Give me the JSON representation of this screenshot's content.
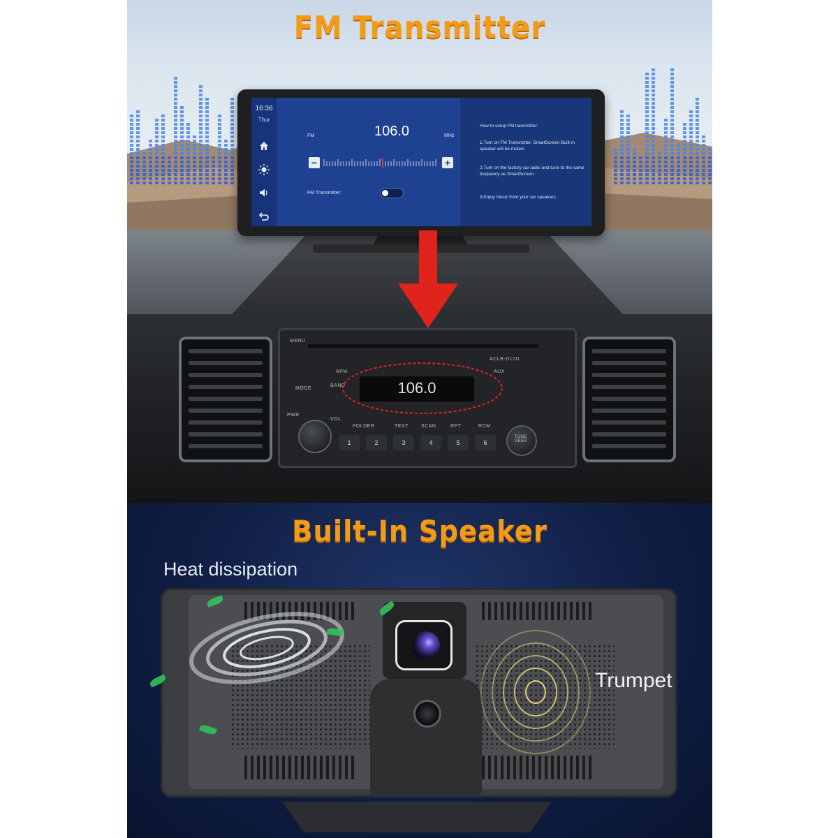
{
  "top_section": {
    "title": "FM Transmitter",
    "device": {
      "sidebar": {
        "time": "16:36",
        "day": "Thur",
        "icons": [
          "home-icon",
          "brightness-icon",
          "volume-icon",
          "back-icon"
        ]
      },
      "fm_panel": {
        "band_label": "FM",
        "frequency": "106.0",
        "unit": "MHz",
        "minus_label": "−",
        "plus_label": "+",
        "transmitter_label": "FM Transmitter:",
        "transmitter_on": false
      },
      "help": {
        "heading": "How to setup FM transmitter:",
        "steps": [
          "1.Turn on FM Transmitter, SmartScreen Built-in speaker will be muted.",
          "2.Turn on the factory car radio and tune to the same frequency as SmartScreen.",
          "3.Enjoy music from your car speakers."
        ]
      }
    },
    "car_radio": {
      "frequency": "106.0",
      "labels": {
        "menu": "MENU",
        "model": "ACLB-D12U",
        "apm": "APM",
        "aux": "AUX",
        "mode": "MODE",
        "band": "BAND",
        "pwr": "PWR",
        "vol": "VOL",
        "folder": "FOLDER",
        "text": "TEXT",
        "scan": "SCAN",
        "rpt": "RPT",
        "rdm": "RDM",
        "tune": "TUNE SEEK"
      },
      "presets": [
        "1",
        "2",
        "3",
        "4",
        "5",
        "6"
      ]
    }
  },
  "bottom_section": {
    "title": "Built-In Speaker",
    "heat_label": "Heat dissipation",
    "trumpet_label": "Trumpet"
  },
  "colors": {
    "title_orange": "#f39a16",
    "screen_blue": "#1b3c80",
    "arrow_red": "#e0241b"
  }
}
